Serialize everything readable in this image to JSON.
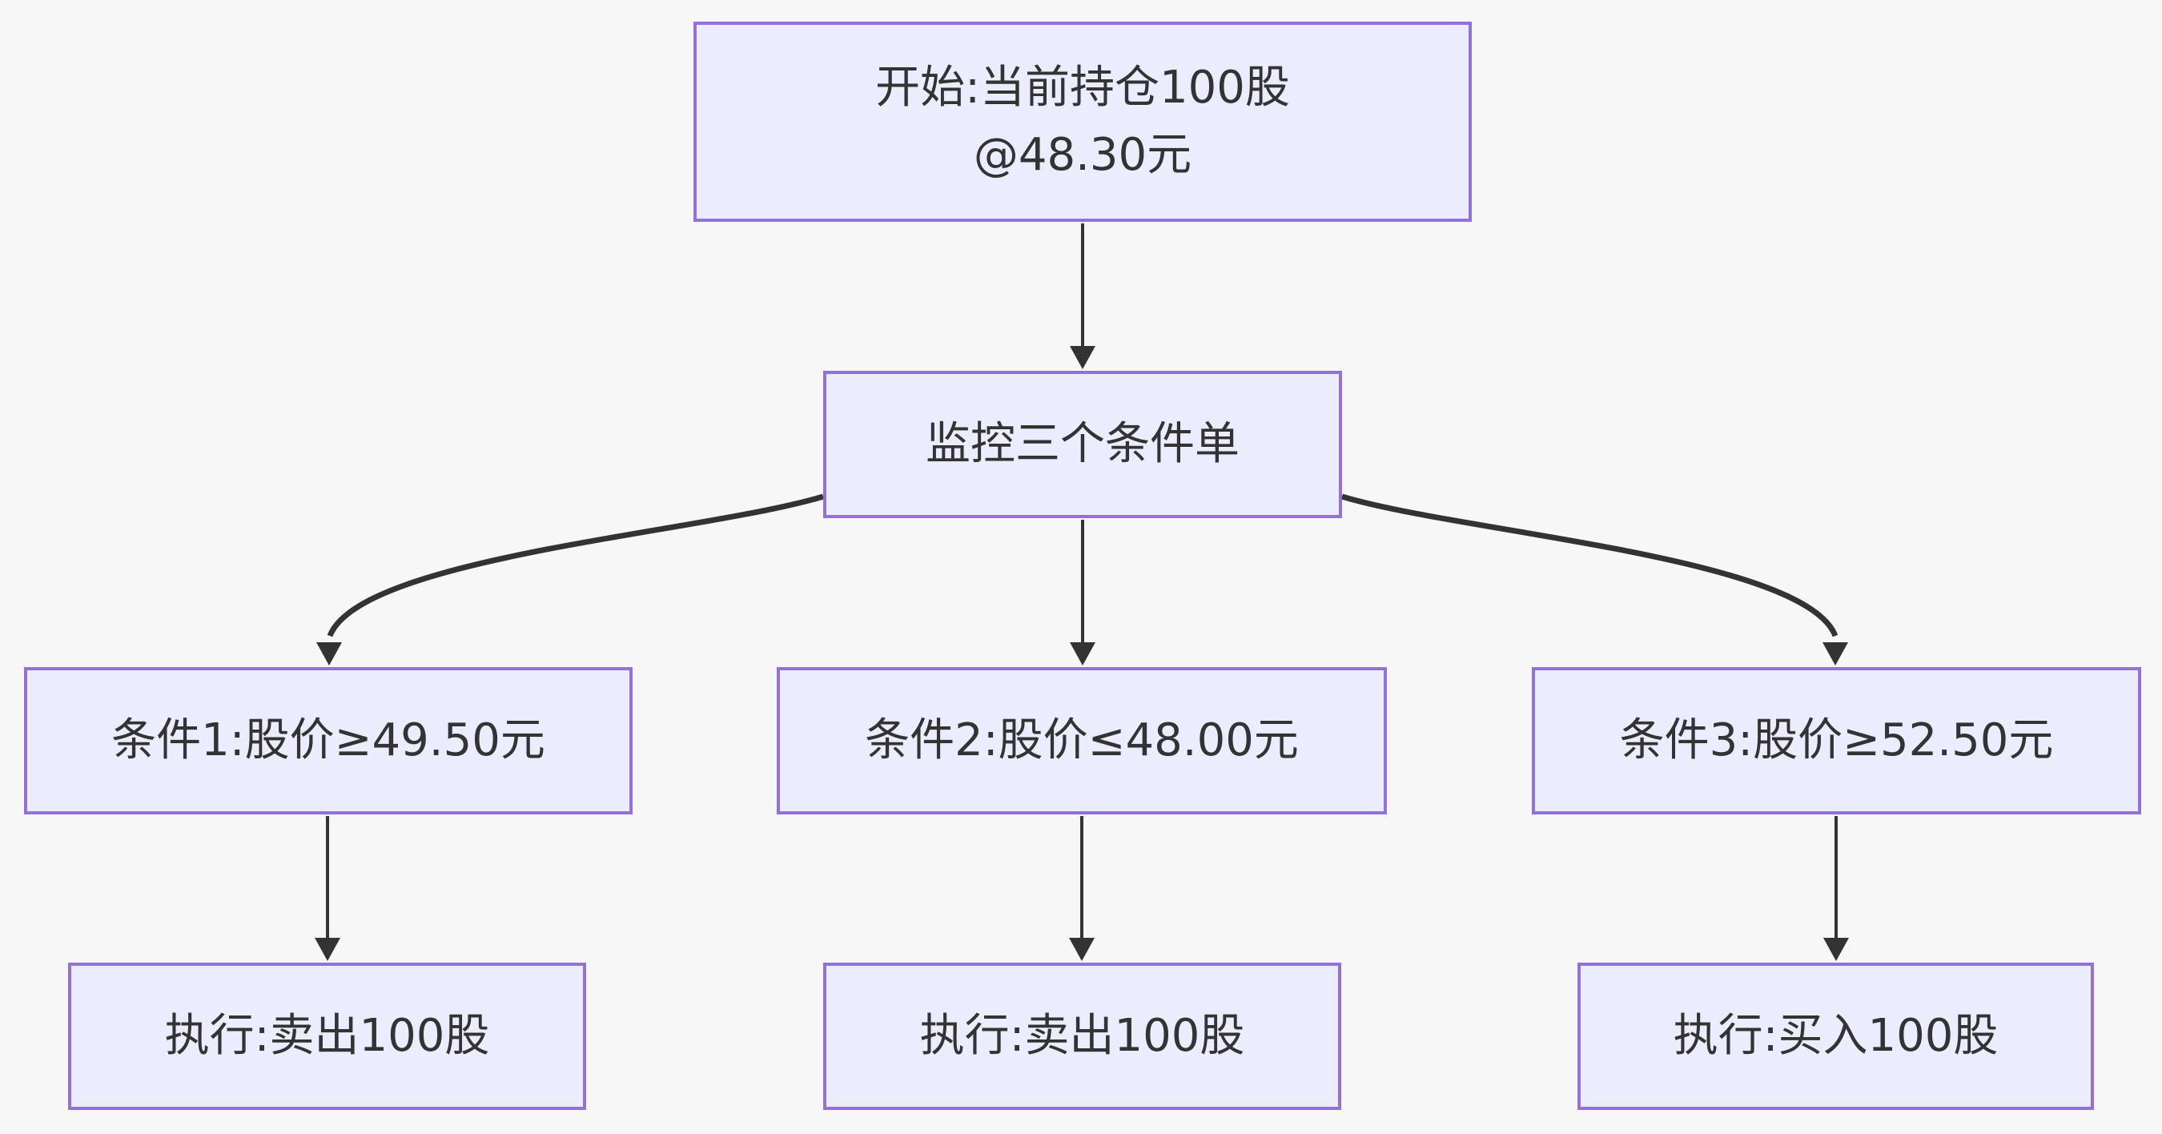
{
  "diagram": {
    "type": "flowchart",
    "direction": "top-down",
    "palette": {
      "background": "#f7f7f7",
      "node_fill": "#ececff",
      "node_border": "#9370db",
      "edge_color": "#333333",
      "text_color": "#333333"
    },
    "nodes": {
      "start": {
        "label": "开始:当前持仓100股@48.30元"
      },
      "monitor": {
        "label": "监控三个条件单"
      },
      "cond1": {
        "label": "条件1:股价≥49.50元"
      },
      "cond2": {
        "label": "条件2:股价≤48.00元"
      },
      "cond3": {
        "label": "条件3:股价≥52.50元"
      },
      "exec1": {
        "label": "执行:卖出100股"
      },
      "exec2": {
        "label": "执行:卖出100股"
      },
      "exec3": {
        "label": "执行:买入100股"
      }
    },
    "edges": [
      {
        "from": "start",
        "to": "monitor",
        "style": "arrow"
      },
      {
        "from": "monitor",
        "to": "cond1",
        "style": "arrow"
      },
      {
        "from": "monitor",
        "to": "cond2",
        "style": "arrow"
      },
      {
        "from": "monitor",
        "to": "cond3",
        "style": "arrow"
      },
      {
        "from": "cond1",
        "to": "exec1",
        "style": "arrow"
      },
      {
        "from": "cond2",
        "to": "exec2",
        "style": "arrow"
      },
      {
        "from": "cond3",
        "to": "exec3",
        "style": "arrow"
      }
    ]
  }
}
